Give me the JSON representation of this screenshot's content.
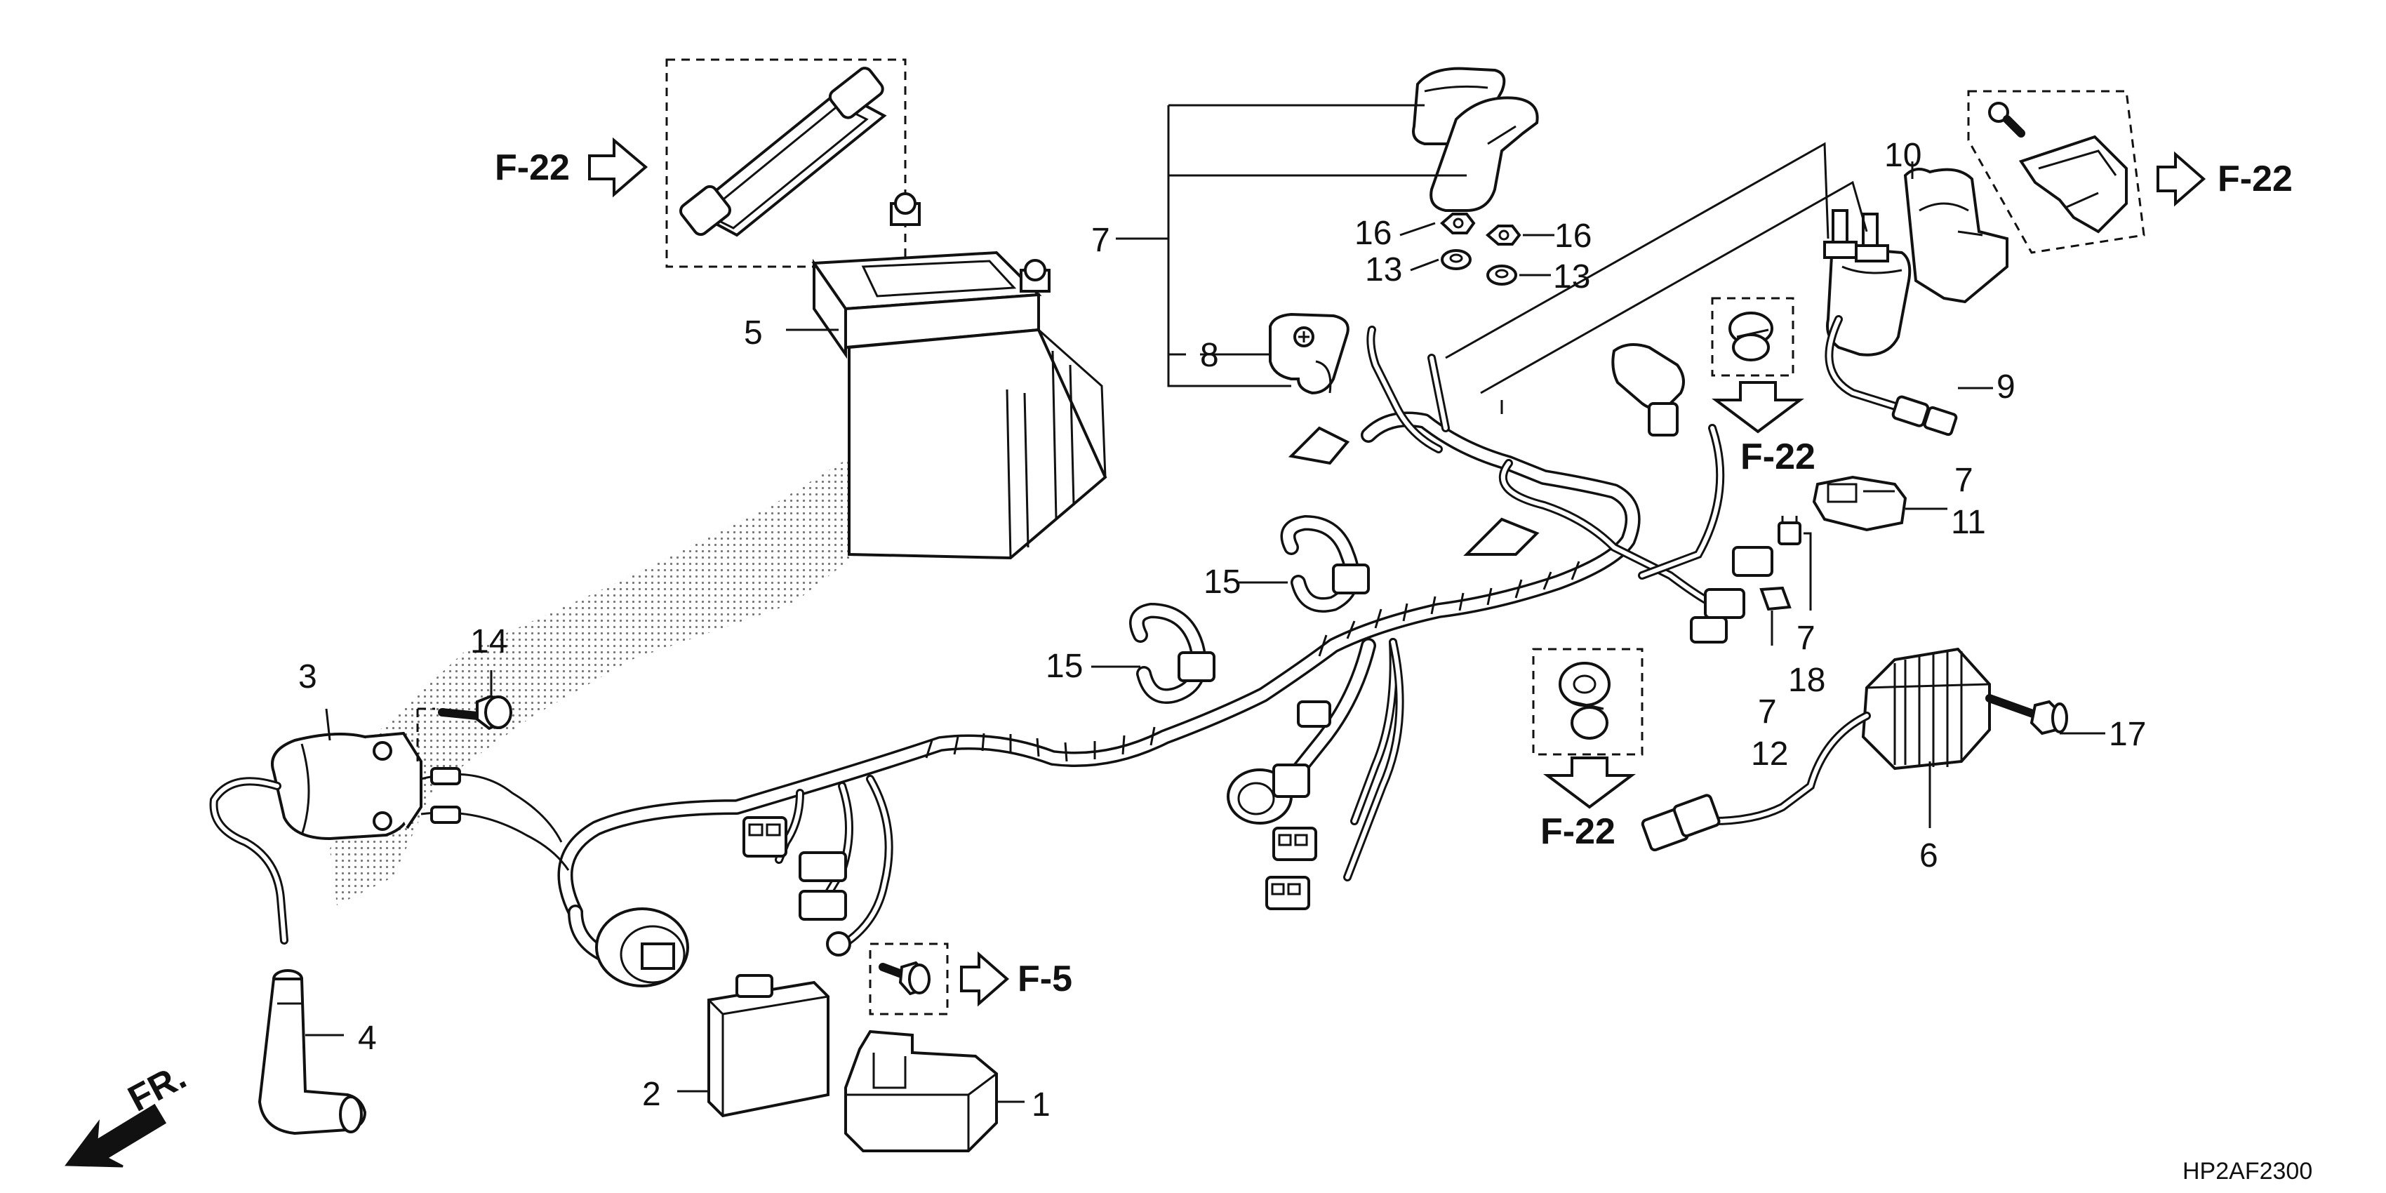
{
  "diagram_code": "HP2AF2300",
  "front_indicator": "FR.",
  "part_numbers": {
    "p1": "1",
    "p2": "2",
    "p3": "3",
    "p4": "4",
    "p5": "5",
    "p6": "6",
    "p7a": "7",
    "p7b": "7",
    "p7c": "7",
    "p7d": "7",
    "p8": "8",
    "p9": "9",
    "p10": "10",
    "p11": "11",
    "p12": "12",
    "p13a": "13",
    "p13b": "13",
    "p14": "14",
    "p15a": "15",
    "p15b": "15",
    "p16a": "16",
    "p16b": "16",
    "p17": "17",
    "p18": "18"
  },
  "references": {
    "battery_band": "F-22",
    "cover_right": "F-22",
    "clip_upper": "F-22",
    "clip_lower": "F-22",
    "bolt_lower": "F-5"
  },
  "colors": {
    "ink": "#111111",
    "paper": "#ffffff",
    "shade": "#d0d0d0"
  }
}
